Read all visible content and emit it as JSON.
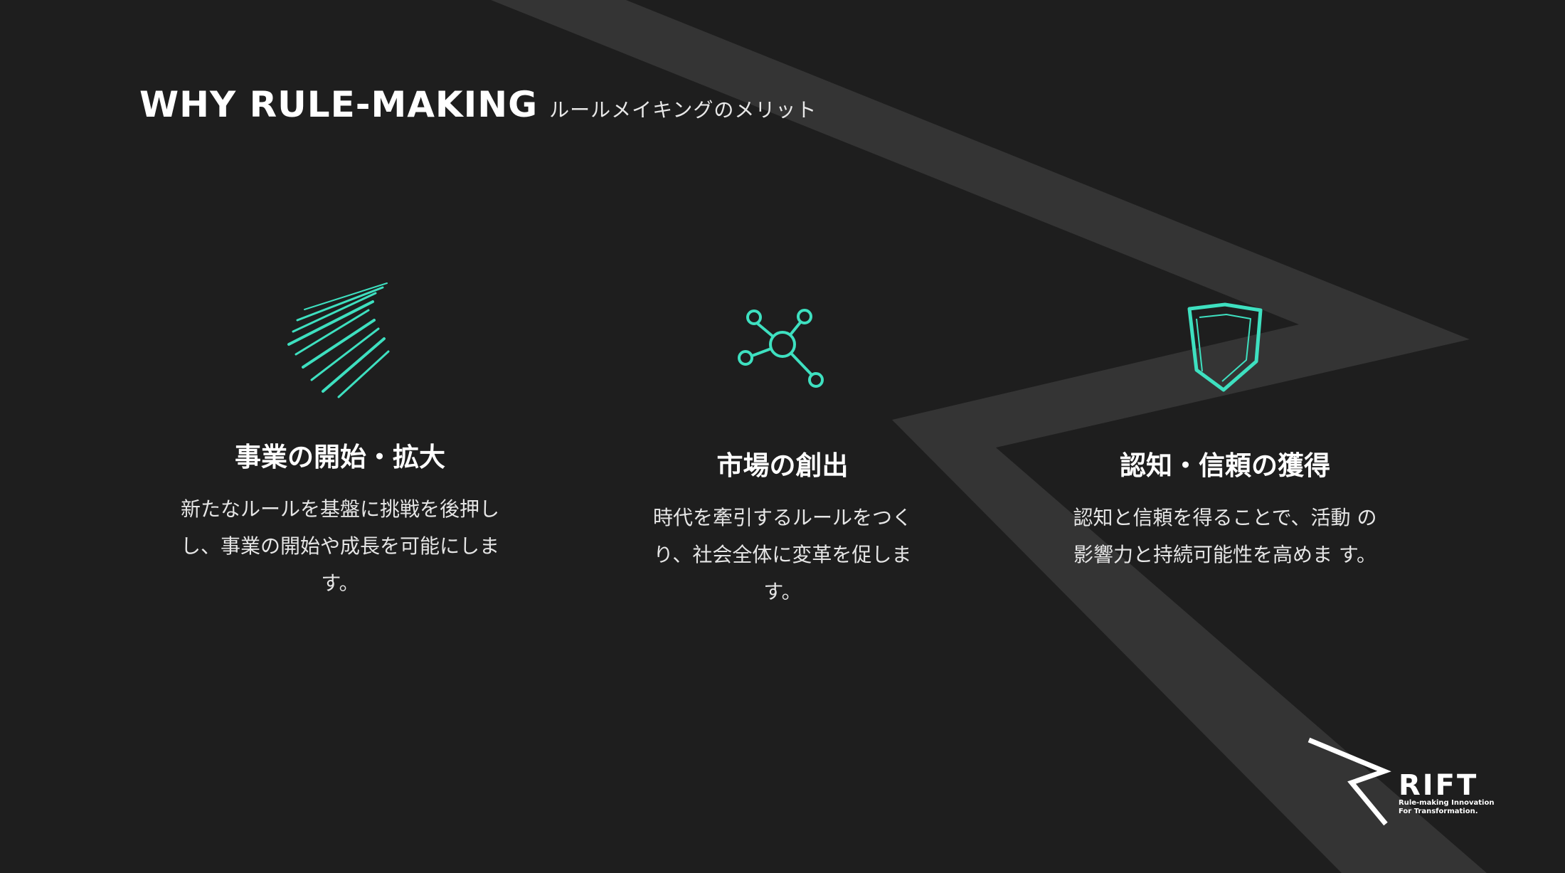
{
  "header": {
    "title": "WHY RULE-MAKING",
    "subtitle": "ルールメイキングのメリット"
  },
  "cards": [
    {
      "icon": "speed-lines-icon",
      "title": "事業の開始・拡大",
      "description": "新たなルールを基盤に挑戦を後押し し、事業の開始や成長を可能にしま す。"
    },
    {
      "icon": "network-nodes-icon",
      "title": "市場の創出",
      "description": "時代を牽引するルールをつく り、社会全体に変革を促しま す。"
    },
    {
      "icon": "shield-icon",
      "title": "認知・信頼の獲得",
      "description": "認知と信頼を得ることで、活動 の影響力と持続可能性を高めま す。"
    }
  ],
  "logo": {
    "name": "RIFT",
    "tagline_line1": "Rule-making Innovation",
    "tagline_line2": "For Transformation."
  },
  "colors": {
    "background": "#1e1e1e",
    "stroke": "#343434",
    "accent": "#3ee0c0",
    "text": "#ffffff"
  }
}
